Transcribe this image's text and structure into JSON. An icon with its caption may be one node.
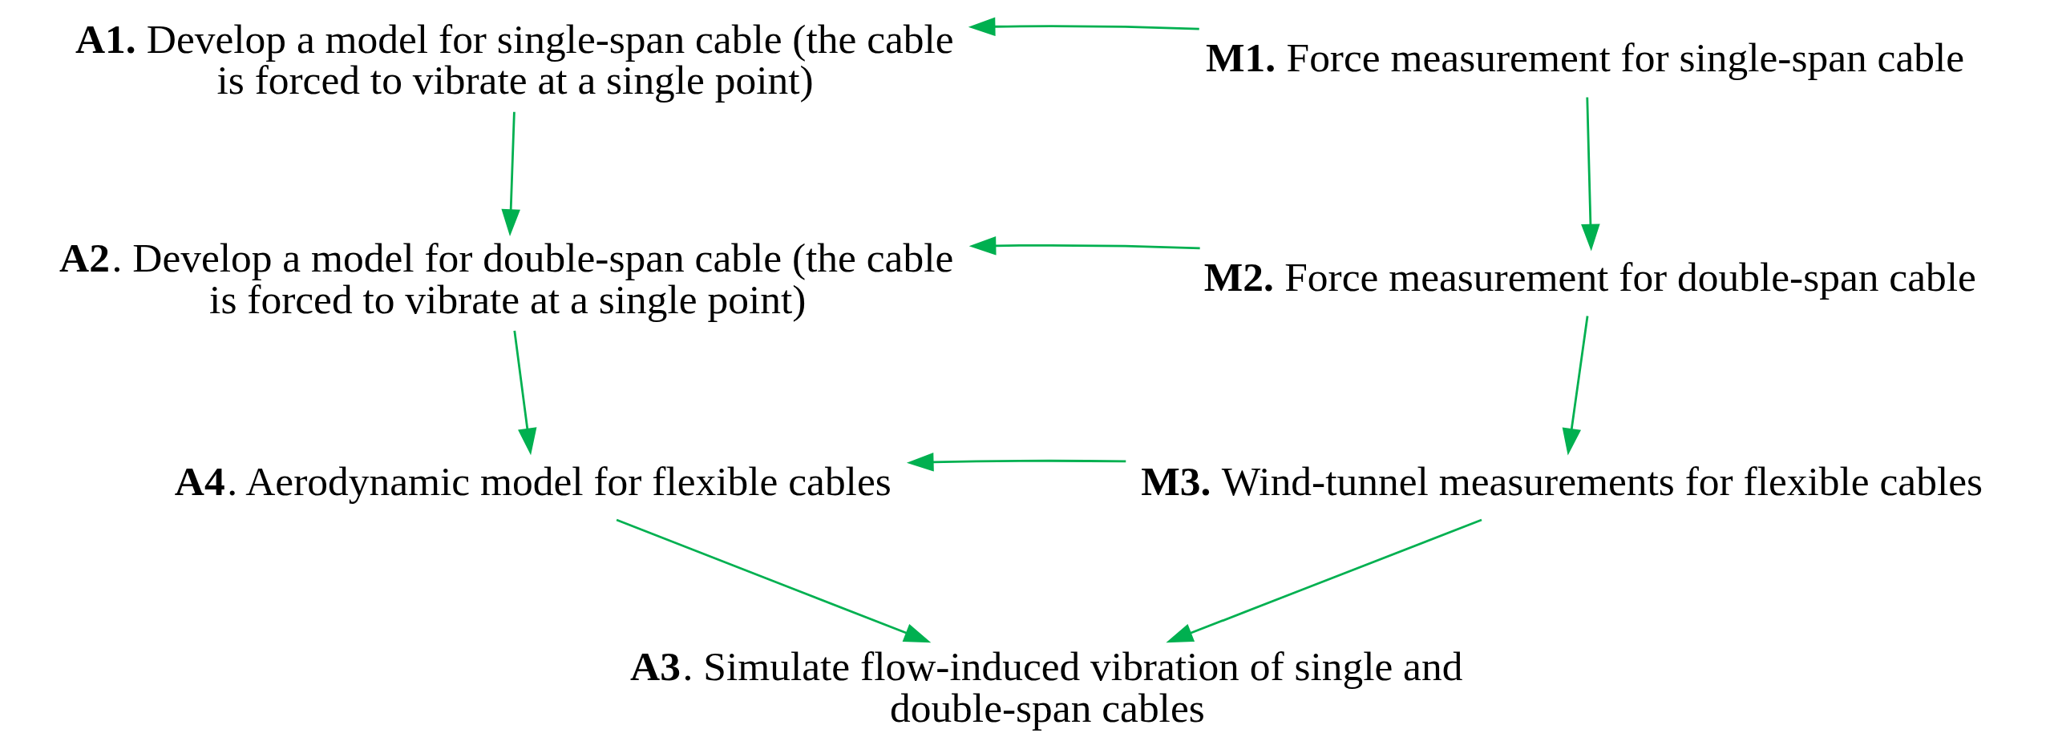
{
  "diagram": {
    "nodes": [
      {
        "text": [
          "**A1.** Develop a model for single-span cable (the cable is forced to vibrate at a single point)"
        ]
      },
      {
        "text": [
          "**M1.** Force measurement for single-span cable"
        ]
      },
      {
        "text": [
          "**A2**. Develop a model for double-span cable (the cable is forced to vibrate at a single point)"
        ]
      },
      {
        "text": [
          "**M2.** Force measurement for double-span cable"
        ]
      },
      {
        "text": [
          "**A4**. Aerodynamic model for flexible cables"
        ]
      },
      {
        "text": [
          "**M3.** Wind-tunnel measurements for flexible cables"
        ]
      },
      {
        "text": [
          "**A3**. Simulate flow-induced vibration of single and double-span cables"
        ]
      }
    ],
    "edges": [
      {
        "from": 1,
        "to": 0,
        "arrow": "to"
      },
      {
        "from": 0,
        "to": 2,
        "arrow": "to"
      },
      {
        "from": 1,
        "to": 3,
        "arrow": "to"
      },
      {
        "from": 3,
        "to": 2,
        "arrow": "to"
      },
      {
        "from": 2,
        "to": 4,
        "arrow": "to"
      },
      {
        "from": 3,
        "to": 5,
        "arrow": "to"
      },
      {
        "from": 5,
        "to": 4,
        "arrow": "to"
      },
      {
        "from": 4,
        "to": 6,
        "arrow": "to"
      },
      {
        "from": 5,
        "to": 6,
        "arrow": "to"
      }
    ]
  }
}
